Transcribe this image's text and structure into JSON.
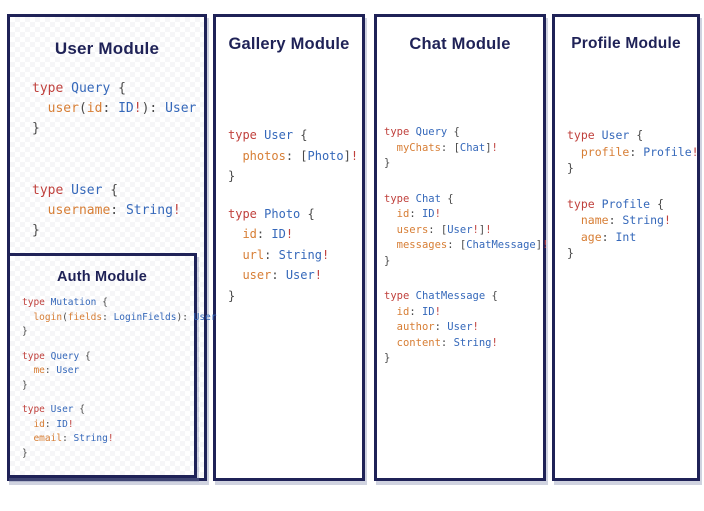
{
  "palette": {
    "navy": "#1f2257",
    "keyword_red": "#c0413d",
    "type_blue": "#3568ba",
    "field_orange": "#d77e35",
    "punct_gray": "#4a4a4a"
  },
  "panels": {
    "user": {
      "title": "User Module",
      "blocks": [
        [
          [
            [
              "k",
              "type"
            ],
            [
              "p",
              " "
            ],
            [
              "t",
              "Query"
            ],
            [
              "p",
              " {"
            ]
          ],
          [
            [
              "p",
              "  "
            ],
            [
              "f",
              "user"
            ],
            [
              "p",
              "("
            ],
            [
              "f",
              "id"
            ],
            [
              "p",
              ": "
            ],
            [
              "t",
              "ID"
            ],
            [
              "b",
              "!"
            ],
            [
              "p",
              "): "
            ],
            [
              "t",
              "User"
            ]
          ],
          [
            [
              "p",
              "}"
            ]
          ]
        ],
        [
          [
            [
              "k",
              "type"
            ],
            [
              "p",
              " "
            ],
            [
              "t",
              "User"
            ],
            [
              "p",
              " {"
            ]
          ],
          [
            [
              "p",
              "  "
            ],
            [
              "f",
              "username"
            ],
            [
              "p",
              ": "
            ],
            [
              "t",
              "String"
            ],
            [
              "b",
              "!"
            ]
          ],
          [
            [
              "p",
              "}"
            ]
          ]
        ]
      ]
    },
    "auth": {
      "title": "Auth Module",
      "blocks": [
        [
          [
            [
              "k",
              "type"
            ],
            [
              "p",
              " "
            ],
            [
              "t",
              "Mutation"
            ],
            [
              "p",
              " {"
            ]
          ],
          [
            [
              "p",
              "  "
            ],
            [
              "f",
              "login"
            ],
            [
              "p",
              "("
            ],
            [
              "f",
              "fields"
            ],
            [
              "p",
              ": "
            ],
            [
              "t",
              "LoginFields"
            ],
            [
              "p",
              "): "
            ],
            [
              "t",
              "User"
            ]
          ],
          [
            [
              "p",
              "}"
            ]
          ]
        ],
        [
          [
            [
              "k",
              "type"
            ],
            [
              "p",
              " "
            ],
            [
              "t",
              "Query"
            ],
            [
              "p",
              " {"
            ]
          ],
          [
            [
              "p",
              "  "
            ],
            [
              "f",
              "me"
            ],
            [
              "p",
              ": "
            ],
            [
              "t",
              "User"
            ]
          ],
          [
            [
              "p",
              "}"
            ]
          ]
        ],
        [
          [
            [
              "k",
              "type"
            ],
            [
              "p",
              " "
            ],
            [
              "t",
              "User"
            ],
            [
              "p",
              " {"
            ]
          ],
          [
            [
              "p",
              "  "
            ],
            [
              "f",
              "id"
            ],
            [
              "p",
              ": "
            ],
            [
              "t",
              "ID"
            ],
            [
              "b",
              "!"
            ]
          ],
          [
            [
              "p",
              "  "
            ],
            [
              "f",
              "email"
            ],
            [
              "p",
              ": "
            ],
            [
              "t",
              "String"
            ],
            [
              "b",
              "!"
            ]
          ],
          [
            [
              "p",
              "}"
            ]
          ]
        ]
      ]
    },
    "gallery": {
      "title": "Gallery Module",
      "blocks": [
        [
          [
            [
              "k",
              "type"
            ],
            [
              "p",
              " "
            ],
            [
              "t",
              "User"
            ],
            [
              "p",
              " {"
            ]
          ],
          [
            [
              "p",
              "  "
            ],
            [
              "f",
              "photos"
            ],
            [
              "p",
              ": ["
            ],
            [
              "t",
              "Photo"
            ],
            [
              "p",
              "]"
            ],
            [
              "b",
              "!"
            ]
          ],
          [
            [
              "p",
              "}"
            ]
          ]
        ],
        [
          [
            [
              "k",
              "type"
            ],
            [
              "p",
              " "
            ],
            [
              "t",
              "Photo"
            ],
            [
              "p",
              " {"
            ]
          ],
          [
            [
              "p",
              "  "
            ],
            [
              "f",
              "id"
            ],
            [
              "p",
              ": "
            ],
            [
              "t",
              "ID"
            ],
            [
              "b",
              "!"
            ]
          ],
          [
            [
              "p",
              "  "
            ],
            [
              "f",
              "url"
            ],
            [
              "p",
              ": "
            ],
            [
              "t",
              "String"
            ],
            [
              "b",
              "!"
            ]
          ],
          [
            [
              "p",
              "  "
            ],
            [
              "f",
              "user"
            ],
            [
              "p",
              ": "
            ],
            [
              "t",
              "User"
            ],
            [
              "b",
              "!"
            ]
          ],
          [
            [
              "p",
              "}"
            ]
          ]
        ]
      ]
    },
    "chat": {
      "title": "Chat Module",
      "blocks": [
        [
          [
            [
              "k",
              "type"
            ],
            [
              "p",
              " "
            ],
            [
              "t",
              "Query"
            ],
            [
              "p",
              " {"
            ]
          ],
          [
            [
              "p",
              "  "
            ],
            [
              "f",
              "myChats"
            ],
            [
              "p",
              ": ["
            ],
            [
              "t",
              "Chat"
            ],
            [
              "p",
              "]"
            ],
            [
              "b",
              "!"
            ]
          ],
          [
            [
              "p",
              "}"
            ]
          ]
        ],
        [
          [
            [
              "k",
              "type"
            ],
            [
              "p",
              " "
            ],
            [
              "t",
              "Chat"
            ],
            [
              "p",
              " {"
            ]
          ],
          [
            [
              "p",
              "  "
            ],
            [
              "f",
              "id"
            ],
            [
              "p",
              ": "
            ],
            [
              "t",
              "ID"
            ],
            [
              "b",
              "!"
            ]
          ],
          [
            [
              "p",
              "  "
            ],
            [
              "f",
              "users"
            ],
            [
              "p",
              ": ["
            ],
            [
              "t",
              "User"
            ],
            [
              "b",
              "!"
            ],
            [
              "p",
              "]"
            ],
            [
              "b",
              "!"
            ]
          ],
          [
            [
              "p",
              "  "
            ],
            [
              "f",
              "messages"
            ],
            [
              "p",
              ": ["
            ],
            [
              "t",
              "ChatMessage"
            ],
            [
              "p",
              "]"
            ],
            [
              "b",
              "!"
            ]
          ],
          [
            [
              "p",
              "}"
            ]
          ]
        ],
        [
          [
            [
              "k",
              "type"
            ],
            [
              "p",
              " "
            ],
            [
              "t",
              "ChatMessage"
            ],
            [
              "p",
              " {"
            ]
          ],
          [
            [
              "p",
              "  "
            ],
            [
              "f",
              "id"
            ],
            [
              "p",
              ": "
            ],
            [
              "t",
              "ID"
            ],
            [
              "b",
              "!"
            ]
          ],
          [
            [
              "p",
              "  "
            ],
            [
              "f",
              "author"
            ],
            [
              "p",
              ": "
            ],
            [
              "t",
              "User"
            ],
            [
              "b",
              "!"
            ]
          ],
          [
            [
              "p",
              "  "
            ],
            [
              "f",
              "content"
            ],
            [
              "p",
              ": "
            ],
            [
              "t",
              "String"
            ],
            [
              "b",
              "!"
            ]
          ],
          [
            [
              "p",
              "}"
            ]
          ]
        ]
      ]
    },
    "profile": {
      "title": "Profile Module",
      "blocks": [
        [
          [
            [
              "k",
              "type"
            ],
            [
              "p",
              " "
            ],
            [
              "t",
              "User"
            ],
            [
              "p",
              " {"
            ]
          ],
          [
            [
              "p",
              "  "
            ],
            [
              "f",
              "profile"
            ],
            [
              "p",
              ": "
            ],
            [
              "t",
              "Profile"
            ],
            [
              "b",
              "!"
            ]
          ],
          [
            [
              "p",
              "}"
            ]
          ]
        ],
        [
          [
            [
              "k",
              "type"
            ],
            [
              "p",
              " "
            ],
            [
              "t",
              "Profile"
            ],
            [
              "p",
              " {"
            ]
          ],
          [
            [
              "p",
              "  "
            ],
            [
              "f",
              "name"
            ],
            [
              "p",
              ": "
            ],
            [
              "t",
              "String"
            ],
            [
              "b",
              "!"
            ]
          ],
          [
            [
              "p",
              "  "
            ],
            [
              "f",
              "age"
            ],
            [
              "p",
              ": "
            ],
            [
              "t",
              "Int"
            ]
          ],
          [
            [
              "p",
              "}"
            ]
          ]
        ]
      ]
    }
  }
}
